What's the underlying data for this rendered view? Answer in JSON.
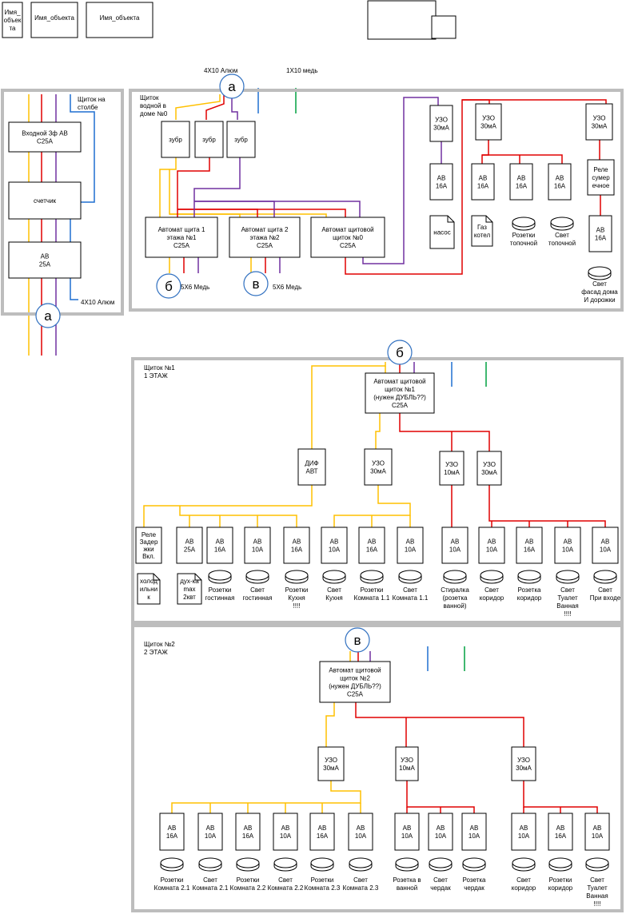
{
  "legend": {
    "obj1": [
      "Имя_",
      "объек",
      "та"
    ],
    "obj2": "Имя_объекта",
    "obj3": "Имя_объекта"
  },
  "colors": {
    "yellow": "#FFC000",
    "red": "#E00000",
    "purple": "#7030A0",
    "blue": "#1F6FD0",
    "green": "#00A040",
    "gray": "#BDBDBD"
  },
  "markers": {
    "a": "а",
    "b": "б",
    "v": "в"
  },
  "left_panel": {
    "title": [
      "Щиток на",
      "столбе"
    ],
    "input_breaker": [
      "Входной 3ф АВ",
      "С25А"
    ],
    "meter": "счетчик",
    "breaker": [
      "АВ",
      "25А"
    ],
    "cable": "4Х10 Алюм"
  },
  "main_panel": {
    "cable_top": "4Х10 Алюм",
    "cable_copper": "1Х10 медь",
    "title": [
      "Щиток",
      "водной в",
      "доме №0"
    ],
    "zubr": [
      "зубр",
      "зубр",
      "зубр"
    ],
    "breaker_floor1": [
      "Автомат щита 1",
      "этажа №1",
      "С25А"
    ],
    "breaker_floor2": [
      "Автомат щита 2",
      "этажа №2",
      "С25А"
    ],
    "breaker_panel0": [
      "Автомат щитовой",
      "щиток №0",
      "С25А"
    ],
    "cable_b": "5Х6 Медь",
    "cable_v": "5Х6 Медь",
    "rcd1": [
      "УЗО",
      "30мА"
    ],
    "rcd2": [
      "УЗО",
      "30мА"
    ],
    "rcd3": [
      "УЗО",
      "30мА"
    ],
    "ab1": [
      "АВ",
      "16А"
    ],
    "ab2": [
      "АВ",
      "16А"
    ],
    "ab3": [
      "АВ",
      "16А"
    ],
    "ab4": [
      "АВ",
      "16А"
    ],
    "ab5": [
      "АВ",
      "16А"
    ],
    "relay": [
      "Реле",
      "сумер",
      "ечное"
    ],
    "pump": "насос",
    "gas": [
      "Газ",
      "котел"
    ],
    "sockets": [
      "Розетки",
      "топочной"
    ],
    "light": [
      "Свет",
      "топочной"
    ],
    "facade": [
      "Свет",
      "фасад дома",
      "И дорожки"
    ]
  },
  "floor1": {
    "title": [
      "Щиток №1",
      "1 ЭТАЖ"
    ],
    "main": [
      "Автомат щитовой",
      "щиток №1",
      "(нужен ДУБЛЬ??)",
      "С25А"
    ],
    "dif": [
      "ДИФ",
      "АВТ"
    ],
    "rcd1": [
      "УЗО",
      "30мА"
    ],
    "rcd2": [
      "УЗО",
      "10мА"
    ],
    "rcd3": [
      "УЗО",
      "30мА"
    ],
    "relay": [
      "Реле",
      "Задер",
      "жки",
      "Вкл."
    ],
    "fridge": [
      "холод",
      "ильни",
      "к"
    ],
    "oven": [
      "дух-ка",
      "max",
      "2квт"
    ],
    "breakers": [
      [
        "АВ",
        "25А"
      ],
      [
        "АВ",
        "16А"
      ],
      [
        "АВ",
        "10А"
      ],
      [
        "АВ",
        "16А"
      ],
      [
        "АВ",
        "10А"
      ],
      [
        "АВ",
        "16А"
      ],
      [
        "АВ",
        "10А"
      ],
      [
        "АВ",
        "10А"
      ],
      [
        "АВ",
        "10А"
      ],
      [
        "АВ",
        "16А"
      ],
      [
        "АВ",
        "10А"
      ],
      [
        "АВ",
        "10А"
      ]
    ],
    "loads": [
      [
        "Розетки",
        "гостинная"
      ],
      [
        "Свет",
        "гостинная"
      ],
      [
        "Розетки",
        "Кухня",
        "!!!!"
      ],
      [
        "Свет",
        "Кухня"
      ],
      [
        "Розетки",
        "Комната 1.1"
      ],
      [
        "Свет",
        "Комната 1.1"
      ],
      [
        "Стиралка",
        "(розетка",
        "ванной)"
      ],
      [
        "Свет",
        "коридор"
      ],
      [
        "Розетка",
        "коридор"
      ],
      [
        "Свет",
        "Туалет",
        "Ванная",
        "!!!!"
      ],
      [
        "Свет",
        "При входе"
      ]
    ]
  },
  "floor2": {
    "title": [
      "Щиток №2",
      "2 ЭТАЖ"
    ],
    "main": [
      "Автомат щитовой",
      "щиток №2",
      "(нужен ДУБЛЬ??)",
      "С25А"
    ],
    "rcd1": [
      "УЗО",
      "30мА"
    ],
    "rcd2": [
      "УЗО",
      "10мА"
    ],
    "rcd3": [
      "УЗО",
      "30мА"
    ],
    "breakers": [
      [
        "АВ",
        "16А"
      ],
      [
        "АВ",
        "10А"
      ],
      [
        "АВ",
        "16А"
      ],
      [
        "АВ",
        "10А"
      ],
      [
        "АВ",
        "16А"
      ],
      [
        "АВ",
        "10А"
      ],
      [
        "АВ",
        "10А"
      ],
      [
        "АВ",
        "10А"
      ],
      [
        "АВ",
        "10А"
      ],
      [
        "АВ",
        "10А"
      ],
      [
        "АВ",
        "16А"
      ],
      [
        "АВ",
        "10А"
      ]
    ],
    "loads": [
      [
        "Розетки",
        "Комната 2.1"
      ],
      [
        "Свет",
        "Комната 2.1"
      ],
      [
        "Розетки",
        "Комната 2.2"
      ],
      [
        "Свет",
        "Комната 2.2"
      ],
      [
        "Розетки",
        "Комната 2.3"
      ],
      [
        "Свет",
        "Комната 2.3"
      ],
      [
        "Розетка в",
        "ванной"
      ],
      [
        "Свет",
        "чердак"
      ],
      [
        "Розетка",
        "чердак"
      ],
      [
        "Свет",
        "коридор"
      ],
      [
        "Розетки",
        "коридор"
      ],
      [
        "Свет",
        "Туалет",
        "Ванная",
        "!!!!"
      ]
    ]
  }
}
